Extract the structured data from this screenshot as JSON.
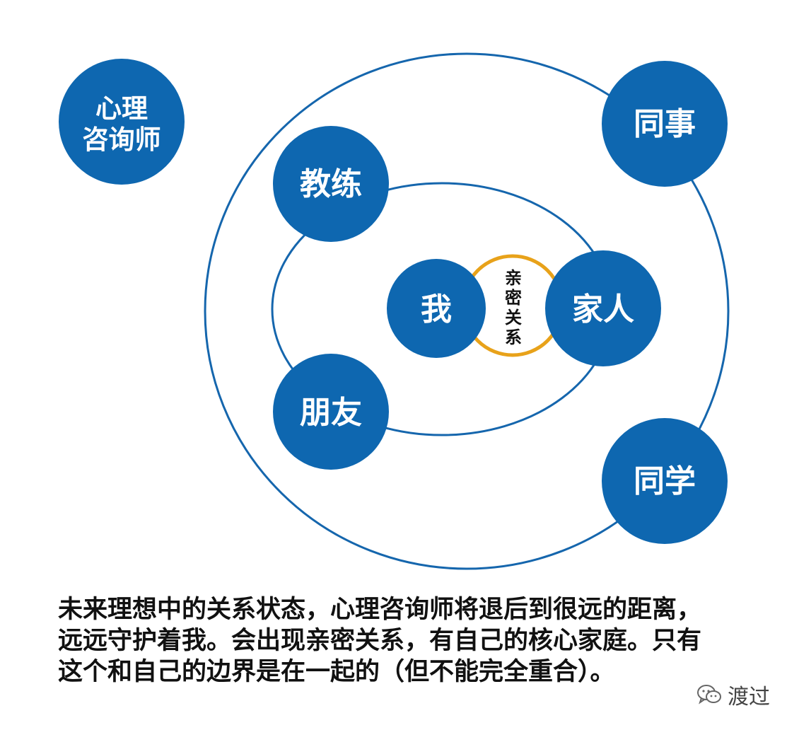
{
  "colors": {
    "node_fill": "#0e67b0",
    "ring_stroke": "#1566ad",
    "intimacy_ring": "#e8a21a",
    "text_on_node": "#ffffff",
    "caption_text": "#111111"
  },
  "nodes": {
    "counselor": [
      "心理",
      "咨询师"
    ],
    "colleague": "同事",
    "coach": "教练",
    "me": "我",
    "family": "家人",
    "friend": "朋友",
    "classmate": "同学"
  },
  "intimacy_label": [
    "亲",
    "密",
    "关",
    "系"
  ],
  "caption": [
    "未来理想中的关系状态，心理咨询师将退后到很远的距离，",
    "远远守护着我。会出现亲密关系，有自己的核心家庭。只有",
    "这个和自己的边界是在一起的（但不能完全重合）。"
  ],
  "watermark": {
    "icon": "wechat-icon",
    "text": "渡过"
  }
}
